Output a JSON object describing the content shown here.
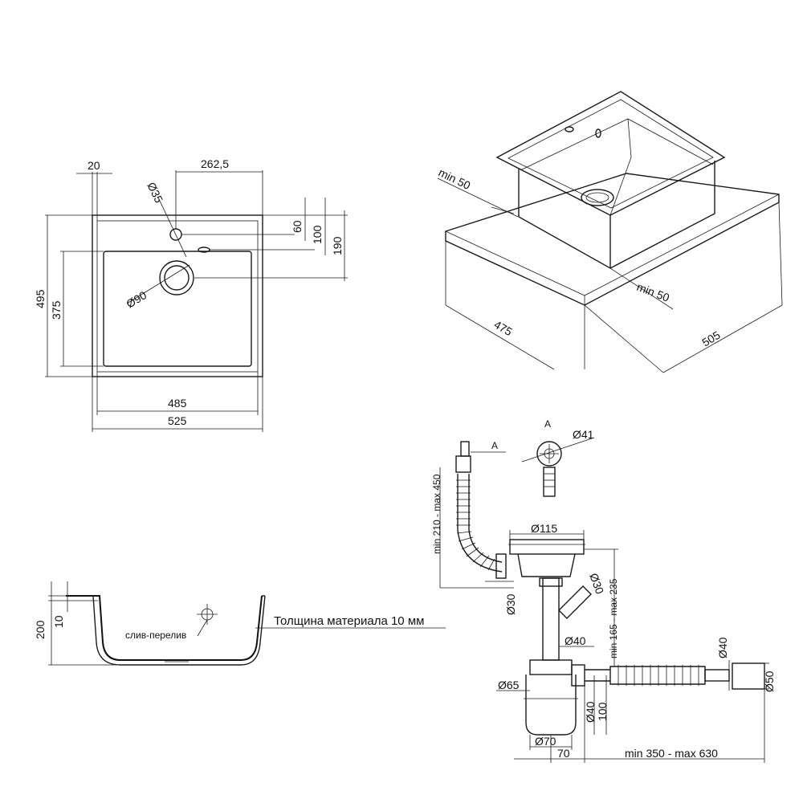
{
  "top_view": {
    "dim_20": "20",
    "dim_262_5": "262,5",
    "dim_d35": "Ø35",
    "dim_60": "60",
    "dim_100": "100",
    "dim_190": "190",
    "dim_495": "495",
    "dim_375": "375",
    "dim_d90": "Ø90",
    "dim_485": "485",
    "dim_525": "525"
  },
  "iso_view": {
    "min50_a": "min 50",
    "min50_b": "min 50",
    "dim_475": "475",
    "dim_505": "505"
  },
  "section_view": {
    "dim_200": "200",
    "dim_10": "10",
    "overflow_label": "слив-перелив",
    "thickness_note": "Толщина материала 10 мм"
  },
  "siphon_view": {
    "detail_a": "A",
    "detail_a_label": "A",
    "dim_d41": "Ø41",
    "hose_range": "min 210 - max 450",
    "dim_d115": "Ø115",
    "dim_d30_a": "Ø30",
    "dim_d30_b": "Ø30",
    "drain_range": "min 165 - max 235",
    "dim_d40_a": "Ø40",
    "dim_d40_b": "Ø40",
    "dim_d50": "Ø50",
    "dim_d65": "Ø65",
    "dim_d40_c": "Ø40",
    "dim_100": "100",
    "dim_d70": "Ø70",
    "dim_70": "70",
    "outlet_range": "min 350 - max 630"
  }
}
